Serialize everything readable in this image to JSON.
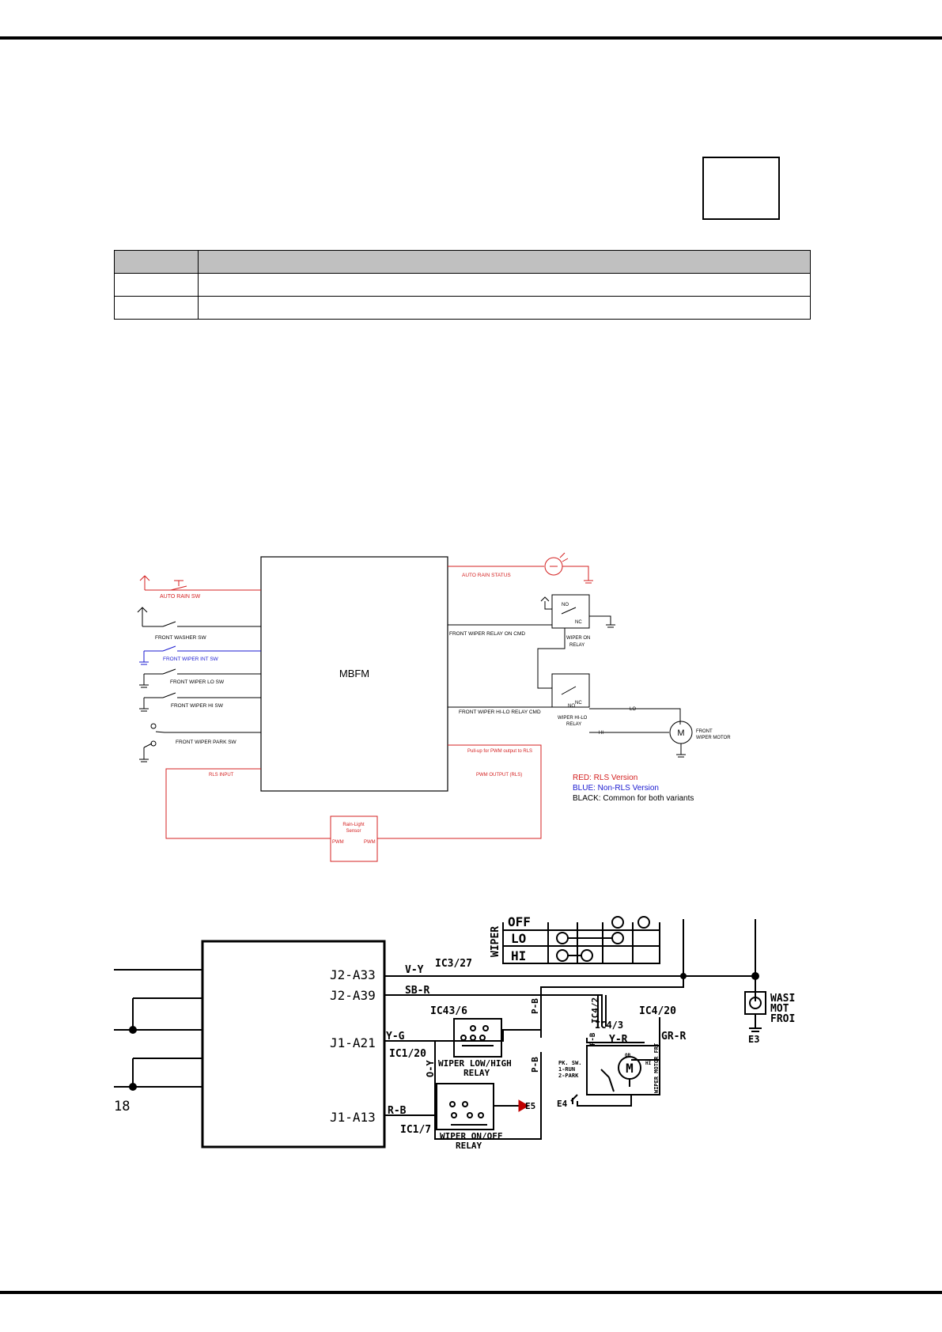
{
  "diagram1": {
    "colors": {
      "red": "#d42020",
      "blue": "#1a1ad0",
      "black": "#000000"
    },
    "module": "MBFM",
    "inputs": {
      "auto_rain_sw": "AUTO RAIN SW",
      "front_washer_sw": "FRONT WASHER SW",
      "front_wiper_int_sw": "FRONT WIPER INT SW",
      "front_wiper_lo_sw": "FRONT WIPER LO SW",
      "front_wiper_hi_sw": "FRONT WIPER HI SW",
      "front_wiper_park_sw": "FRONT WIPER PARK SW"
    },
    "outputs": {
      "auto_rain_status": "AUTO RAIN STATUS",
      "front_wiper_relay_on_cmd": "FRONT WIPER RELAY ON CMD",
      "front_wiper_hi_lo_relay_cmd": "FRONT WIPER HI-LO RELAY CMD",
      "pullup_pwm": "Pull-up for PWM output to RLS",
      "pwm_output": "PWM OUTPUT (RLS)",
      "rls_input": "RLS INPUT"
    },
    "relays": {
      "on_relay_line1": "WIPER ON",
      "on_relay_line2": "RELAY",
      "hilo_relay_line1": "WIPER HI-LO",
      "hilo_relay_line2": "RELAY",
      "no": "NO",
      "nc": "NC"
    },
    "motor": {
      "symbol": "M",
      "line1": "FRONT",
      "line2": "WIPER MOTOR",
      "lo": "LO",
      "hi": "HI"
    },
    "sensor": {
      "line1": "Rain-Light",
      "line2": "Sensor",
      "pwm_left": "PWM",
      "pwm_right": "PWM"
    },
    "legend": {
      "red": "RED: RLS Version",
      "blue": "BLUE: Non-RLS Version",
      "black": "BLACK: Common for both variants"
    }
  },
  "diagram2": {
    "switch_table": {
      "title": "WIPER",
      "rows": [
        "OFF",
        "LO",
        "HI"
      ]
    },
    "pins": [
      "J2-A33",
      "J2-A39",
      "J1-A21",
      "J1-A13"
    ],
    "wires": {
      "v_y": "V-Y",
      "sb_r": "SB-R",
      "y_g": "Y-G",
      "r_b": "R-B",
      "o_y": "O-Y",
      "p_b1": "P-B",
      "p_b2": "P-B",
      "p_b3": "P-B",
      "y_r": "Y-R",
      "gr_r": "GR-R"
    },
    "connectors": {
      "ic3_27": "IC3/27",
      "ic43_6": "IC43/6",
      "ic1_20": "IC1/20",
      "ic1_7": "IC1/7",
      "ic4_2": "IC4/2",
      "ic4_3": "IC4/3",
      "ic4_20": "IC4/20"
    },
    "relays": {
      "low_high_line1": "WIPER LOW/HIGH",
      "low_high_line2": "RELAY",
      "on_off_line1": "WIPER ON/OFF",
      "on_off_line2": "RELAY"
    },
    "motor": {
      "symbol": "M",
      "pk_sw": [
        "PK. SW.",
        "1-RUN",
        "2-PARK"
      ],
      "side_label": "WIPER MOTOR FRT",
      "ob": "OB",
      "hi": "HI"
    },
    "grounds": {
      "e3": "E3",
      "e4": "E4",
      "e5": "E5"
    },
    "washer_fragment": [
      "WASI",
      "MOT",
      "FROI"
    ],
    "left_fragment": "18"
  }
}
